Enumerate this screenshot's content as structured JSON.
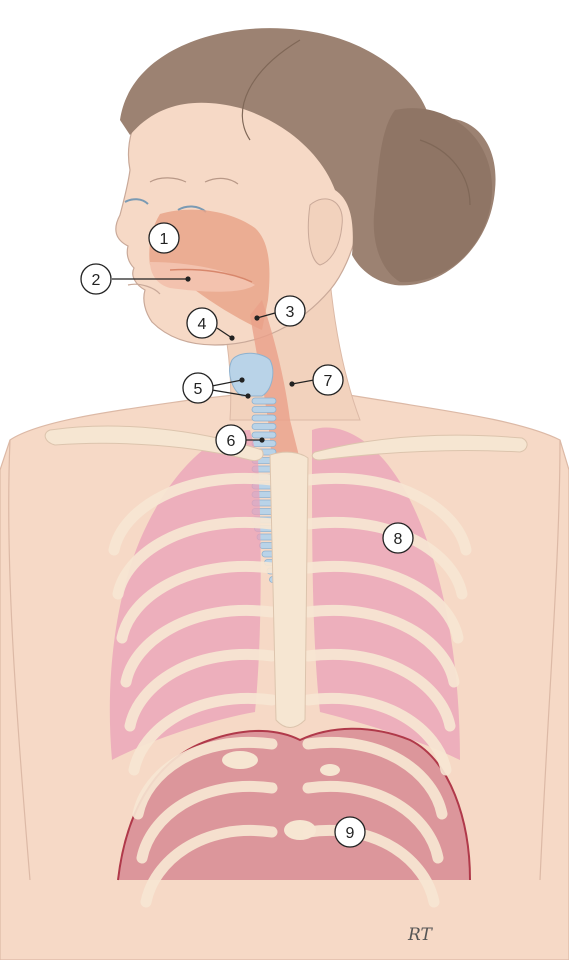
{
  "diagram": {
    "labels": [
      {
        "id": "1",
        "text": "1"
      },
      {
        "id": "2",
        "text": "2"
      },
      {
        "id": "3",
        "text": "3"
      },
      {
        "id": "4",
        "text": "4"
      },
      {
        "id": "5",
        "text": "5"
      },
      {
        "id": "6",
        "text": "6"
      },
      {
        "id": "7",
        "text": "7"
      },
      {
        "id": "8",
        "text": "8"
      },
      {
        "id": "9",
        "text": "9"
      }
    ],
    "signature": "RT"
  },
  "colors": {
    "skin": "#f6d9c6",
    "skin_shadow": "#efc9b3",
    "hair": "#9c8272",
    "airway": "#e9a58a",
    "trachea": "#b9d3e8",
    "lung": "#e9a0b8",
    "rib": "#f6e6d2",
    "diaphragm": "#cf6f79",
    "outline": "#c9a999"
  }
}
